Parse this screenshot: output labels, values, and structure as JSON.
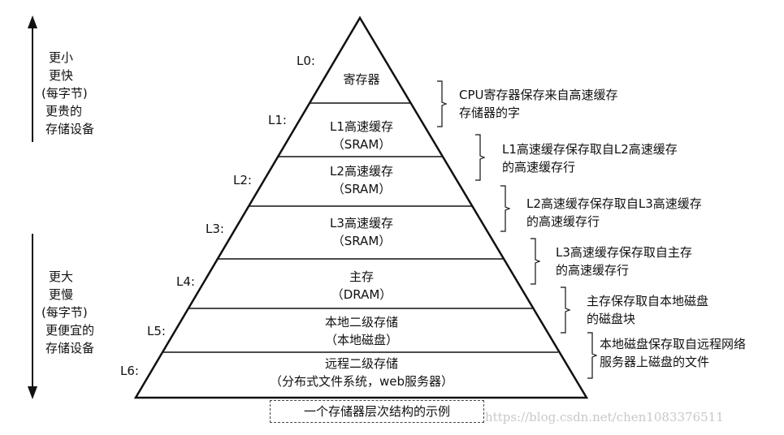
{
  "left_top": {
    "lines": [
      "更小",
      "更快",
      "(每字节)",
      "更贵的",
      "存储设备"
    ]
  },
  "left_bottom": {
    "lines": [
      "更大",
      "更慢",
      "(每字节)",
      "更便宜的",
      "存储设备"
    ]
  },
  "levels": [
    {
      "label": "L0:",
      "name": "寄存器",
      "sub": ""
    },
    {
      "label": "L1:",
      "name": "L1高速缓存",
      "sub": "（SRAM）"
    },
    {
      "label": "L2:",
      "name": "L2高速缓存",
      "sub": "（SRAM）"
    },
    {
      "label": "L3:",
      "name": "L3高速缓存",
      "sub": "（SRAM）"
    },
    {
      "label": "L4:",
      "name": "主存",
      "sub": "（DRAM）"
    },
    {
      "label": "L5:",
      "name": "本地二级存储",
      "sub": "（本地磁盘）"
    },
    {
      "label": "L6:",
      "name": "远程二级存储",
      "sub": "（分布式文件系统，web服务器）"
    }
  ],
  "notes": [
    [
      "CPU寄存器保存来自高速缓存",
      "存储器的字"
    ],
    [
      "L1高速缓存保存取自L2高速缓存",
      "的高速缓存行"
    ],
    [
      "L2高速缓存保存取自L3高速缓存",
      "的高速缓存行"
    ],
    [
      "L3高速缓存保存取自主存",
      "的高速缓存行"
    ],
    [
      "主存保存取自本地磁盘",
      "的磁盘块"
    ],
    [
      "本地磁盘保存取自远程网络",
      "服务器上磁盘的文件"
    ]
  ],
  "caption": "一个存储器层次结构的示例",
  "watermark": "https://blog.csdn.net/chen1083376511"
}
